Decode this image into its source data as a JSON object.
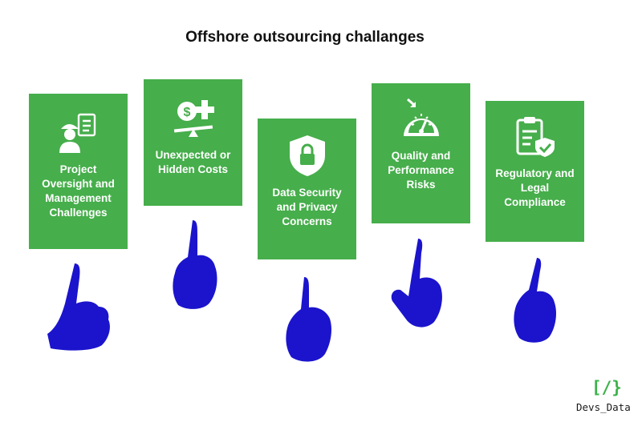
{
  "title": "Offshore outsourcing challanges",
  "colors": {
    "card": "#46AE4B",
    "hand": "#1B14CC",
    "icon": "#ffffff",
    "logo_accent": "#3BB24A"
  },
  "cards": [
    {
      "label": "Project Oversight and Management Challenges",
      "icon": "manager-checklist-icon"
    },
    {
      "label": "Unexpected or Hidden Costs",
      "icon": "dollar-scale-plus-icon"
    },
    {
      "label": "Data Security and Privacy Concerns",
      "icon": "shield-lock-icon"
    },
    {
      "label": "Quality and Performance Risks",
      "icon": "gauge-icon"
    },
    {
      "label": "Regulatory and Legal Compliance",
      "icon": "clipboard-check-icon"
    }
  ],
  "logo": {
    "mark": "[/}",
    "text": "Devs_Data"
  }
}
